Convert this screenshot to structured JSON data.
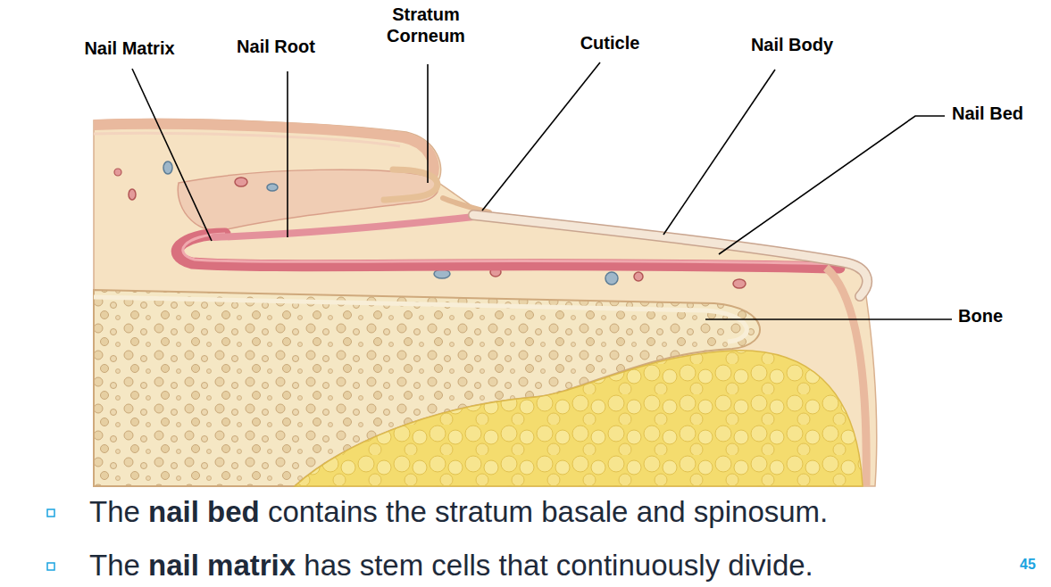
{
  "diagram": {
    "labels": [
      "Nail Matrix",
      "Nail Root",
      "Stratum Corneum",
      "Cuticle",
      "Nail Body",
      "Nail Bed",
      "Bone",
      "The nail bed contains the stratum basale and spinosum.",
      "The nail matrix has stem cells that continuously divide.",
      "45"
    ]
  }
}
